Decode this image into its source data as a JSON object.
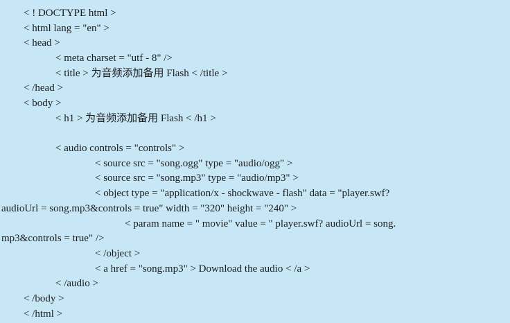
{
  "code": {
    "lines": [
      "< ! DOCTYPE html >",
      "< html lang = \"en\" >",
      "< head >",
      "< meta charset = \"utf - 8\" />",
      "< title > 为音频添加备用 Flash < /title >",
      "< /head >",
      "< body >",
      "< h1 > 为音频添加备用 Flash < /h1 >",
      "< audio controls = \"controls\" >",
      "< source src = \"song.ogg\" type = \"audio/ogg\" >",
      "< source src = \"song.mp3\" type = \"audio/mp3\" >",
      "< object type = \"application/x - shockwave - flash\" data = \"player.swf?",
      "audioUrl = song.mp3&controls = true\" width = \"320\" height = \"240\" >",
      "< param  name = \" movie\"  value = \" player.swf?  audioUrl = song.",
      "mp3&controls = true\" />",
      "< /object >",
      "< a href = \"song.mp3\" > Download the audio < /a >",
      "< /audio >",
      "< /body >",
      "< /html >"
    ]
  }
}
